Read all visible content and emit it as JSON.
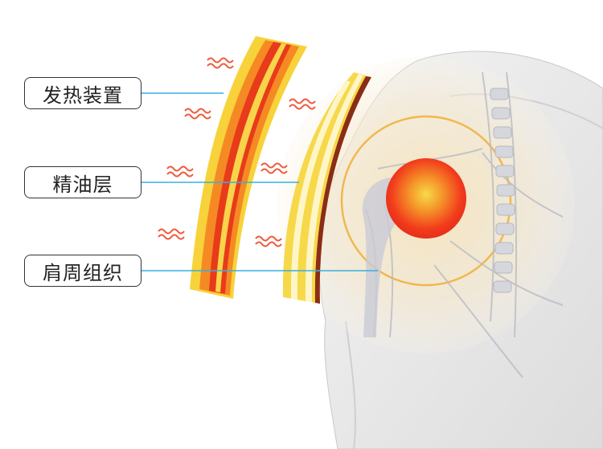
{
  "labels": {
    "heating_device": "发热装置",
    "oil_layer": "精油层",
    "shoulder_tissue": "肩周组织"
  },
  "colors": {
    "background": "#ffffff",
    "heat_outer": "#f7d23a",
    "heat_inner": "#e83b1a",
    "heat_core": "#f58a24",
    "oil_layer": "#f6d84a",
    "wave": "#ee5a3c",
    "leader_line": "#3aaee0",
    "hotspot": "#f53a1f",
    "glow_ring": "#f0b84c"
  }
}
